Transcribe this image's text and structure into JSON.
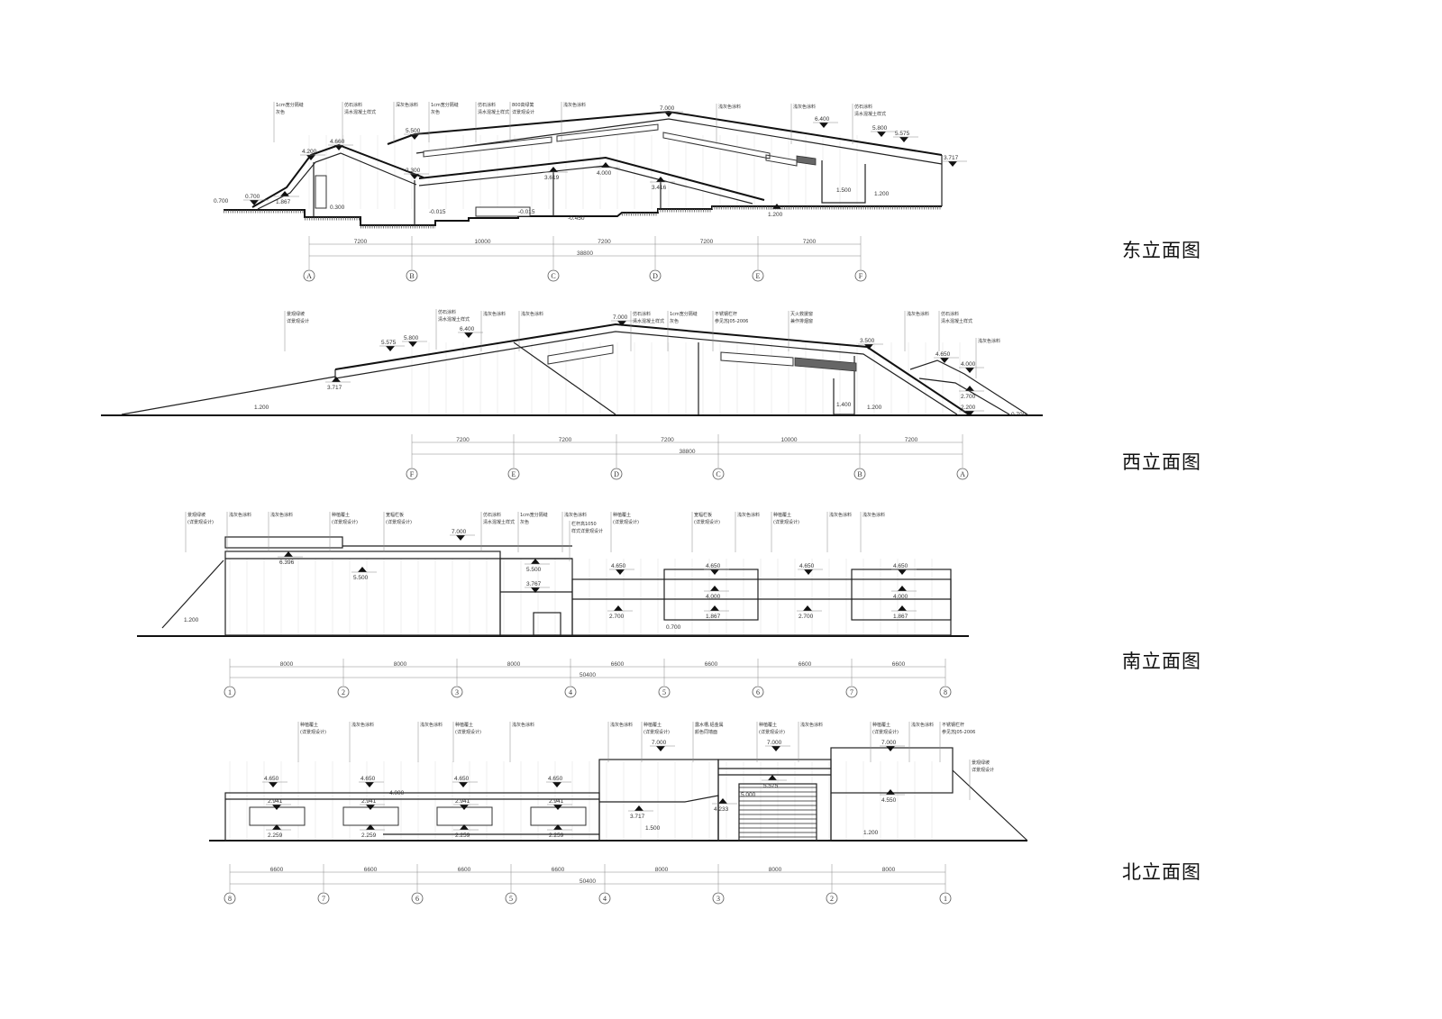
{
  "elevations": [
    {
      "title": "东立面图",
      "axes": [
        "A",
        "B",
        "C",
        "D",
        "E",
        "F"
      ],
      "dims": [
        "7200",
        "10000",
        "7200",
        "7200",
        "7200"
      ],
      "total": "38800",
      "levels": [
        "0.700",
        "0.700",
        "1.867",
        "4.200",
        "4.660",
        "5.500",
        "2.300",
        "3.619",
        "4.000",
        "3.416",
        "7.000",
        "6.400",
        "5.800",
        "5.575",
        "3.717",
        "1.500",
        "1.200",
        "-0.015",
        "-0.015",
        "-0.450",
        "0.300",
        "1.200"
      ],
      "notes": [
        "1cm宽分隔缝 灰色",
        "仿石涂料 清水混凝土样式",
        "深灰色涂料",
        "1cm宽分隔缝 灰色",
        "仿石涂料 清水混凝土样式",
        "800高绿篱 详景观设计",
        "浅灰色涂料",
        "浅灰色涂料",
        "浅灰色涂料",
        "仿石涂料 清水混凝土样式"
      ]
    },
    {
      "title": "西立面图",
      "axes": [
        "F",
        "E",
        "D",
        "C",
        "B",
        "A"
      ],
      "dims": [
        "7200",
        "7200",
        "7200",
        "10000",
        "7200"
      ],
      "total": "38800",
      "levels": [
        "5.575",
        "5.800",
        "6.400",
        "7.000",
        "3.500",
        "3.717",
        "1.200",
        "1.200",
        "1.400",
        "4.650",
        "4.000",
        "2.700",
        "2.200",
        "0.700"
      ],
      "notes": [
        "景观绿坡 详景观设计",
        "仿石涂料 清水混凝土样式",
        "浅灰色涂料",
        "浅灰色涂料",
        "仿石涂料 清水混凝土样式",
        "1cm宽分隔缝 灰色",
        "不锈钢栏杆 参见苏J05-2006",
        "灭火救援窗 兼作排烟窗",
        "浅灰色涂料",
        "仿石涂料 清水混凝土样式",
        "浅灰色涂料"
      ]
    },
    {
      "title": "南立面图",
      "axes": [
        "1",
        "2",
        "3",
        "4",
        "5",
        "6",
        "7",
        "8"
      ],
      "dims": [
        "8000",
        "8000",
        "8000",
        "6600",
        "6600",
        "6600",
        "6600"
      ],
      "total": "50400",
      "levels": [
        "7.000",
        "6.396",
        "5.500",
        "5.500",
        "3.767",
        "4.650",
        "4.650",
        "4.650",
        "4.650",
        "4.000",
        "4.000",
        "2.700",
        "2.700",
        "1.867",
        "1.867",
        "0.700",
        "1.200"
      ],
      "notes": [
        "景观绿坡 (详景观设计)",
        "浅灰色涂料",
        "浅灰色涂料",
        "种植覆土 (详景观设计)",
        "宽幅栏板 (详景观设计)",
        "仿石涂料 清水混凝土样式",
        "1cm宽分隔缝 灰色",
        "浅灰色涂料",
        "栏杆高1050 样式详景观设计",
        "种植覆土 (详景观设计)",
        "宽幅栏板 (详景观设计)",
        "浅灰色涂料",
        "种植覆土 (详景观设计)",
        "浅灰色涂料",
        "浅灰色涂料"
      ]
    },
    {
      "title": "北立面图",
      "axes": [
        "8",
        "7",
        "6",
        "5",
        "4",
        "3",
        "2",
        "1"
      ],
      "dims": [
        "6600",
        "6600",
        "6600",
        "6600",
        "8000",
        "8000",
        "8000"
      ],
      "total": "50400",
      "levels": [
        "4.650",
        "4.650",
        "4.650",
        "4.650",
        "4.000",
        "2.941",
        "2.941",
        "2.941",
        "2.941",
        "2.259",
        "2.259",
        "2.259",
        "2.259",
        "7.000",
        "7.000",
        "7.000",
        "5.575",
        "5.000",
        "3.717",
        "4.233",
        "4.550",
        "1.500",
        "1.200"
      ],
      "notes": [
        "种植覆土 (详景观设计)",
        "浅灰色涂料",
        "浅灰色涂料",
        "种植覆土 (详景观设计)",
        "浅灰色涂料",
        "浅灰色涂料",
        "种植覆土 (详景观设计)",
        "露水槽,铝金属 颜色同墙面",
        "种植覆土 (详景观设计)",
        "浅灰色涂料",
        "种植覆土 (详景观设计)",
        "浅灰色涂料",
        "不锈钢栏杆 参见苏J05-2006",
        "景观绿坡 详景观设计"
      ]
    }
  ]
}
